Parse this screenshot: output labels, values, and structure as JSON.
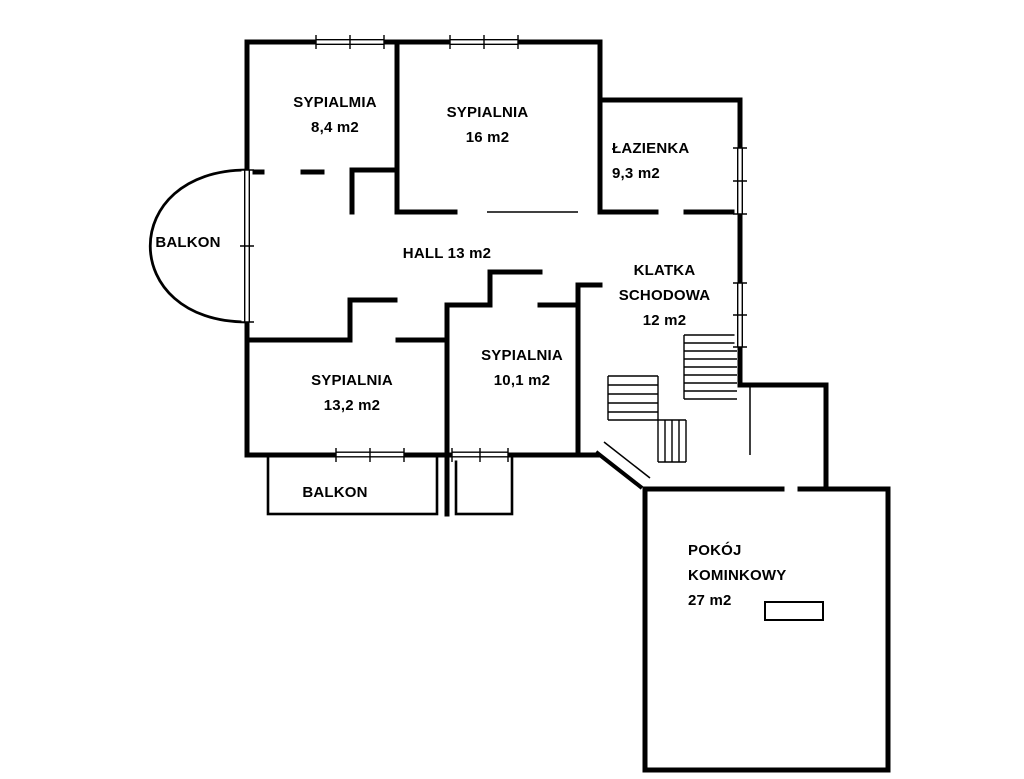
{
  "colors": {
    "walls": "#000000",
    "background": "#ffffff",
    "text": "#000000"
  },
  "rooms": {
    "bedroom_top_left": {
      "name": "SYPIALMIA",
      "area": "8,4 m2"
    },
    "bedroom_top_middle": {
      "name": "SYPIALNIA",
      "area": "16 m2"
    },
    "bathroom": {
      "name": "ŁAZIENKA",
      "area": "9,3 m2"
    },
    "balcony_left": {
      "name": "BALKON"
    },
    "hall": {
      "name": "HALL 13 m2"
    },
    "staircase": {
      "name_line1": "KLATKA",
      "name_line2": "SCHODOWA",
      "area": "12 m2"
    },
    "bedroom_bottom_left": {
      "name": "SYPIALNIA",
      "area": "13,2 m2"
    },
    "bedroom_bottom_middle": {
      "name": "SYPIALNIA",
      "area": "10,1 m2"
    },
    "balcony_bottom": {
      "name": "BALKON"
    },
    "fireplace_room": {
      "name_line1": "POKÓJ",
      "name_line2": "KOMINKOWY",
      "area": "27 m2"
    }
  }
}
